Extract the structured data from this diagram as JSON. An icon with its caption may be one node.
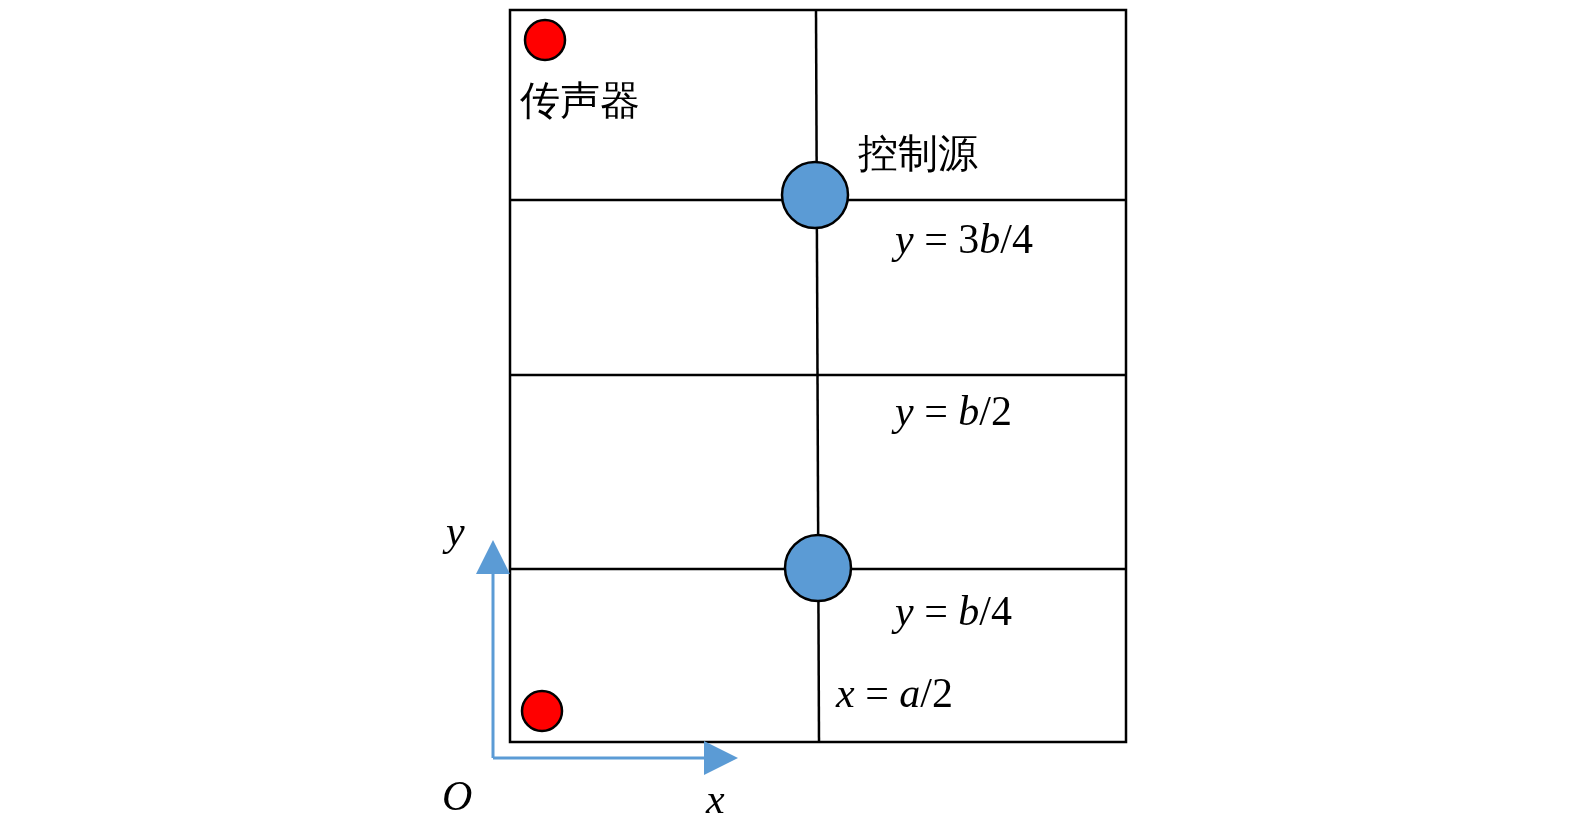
{
  "diagram": {
    "labels": [
      "传声器",
      "控制源",
      "y = 3b/4",
      "y = b/2",
      "y = b/4",
      "x = a/2",
      "y",
      "O",
      "x"
    ]
  }
}
